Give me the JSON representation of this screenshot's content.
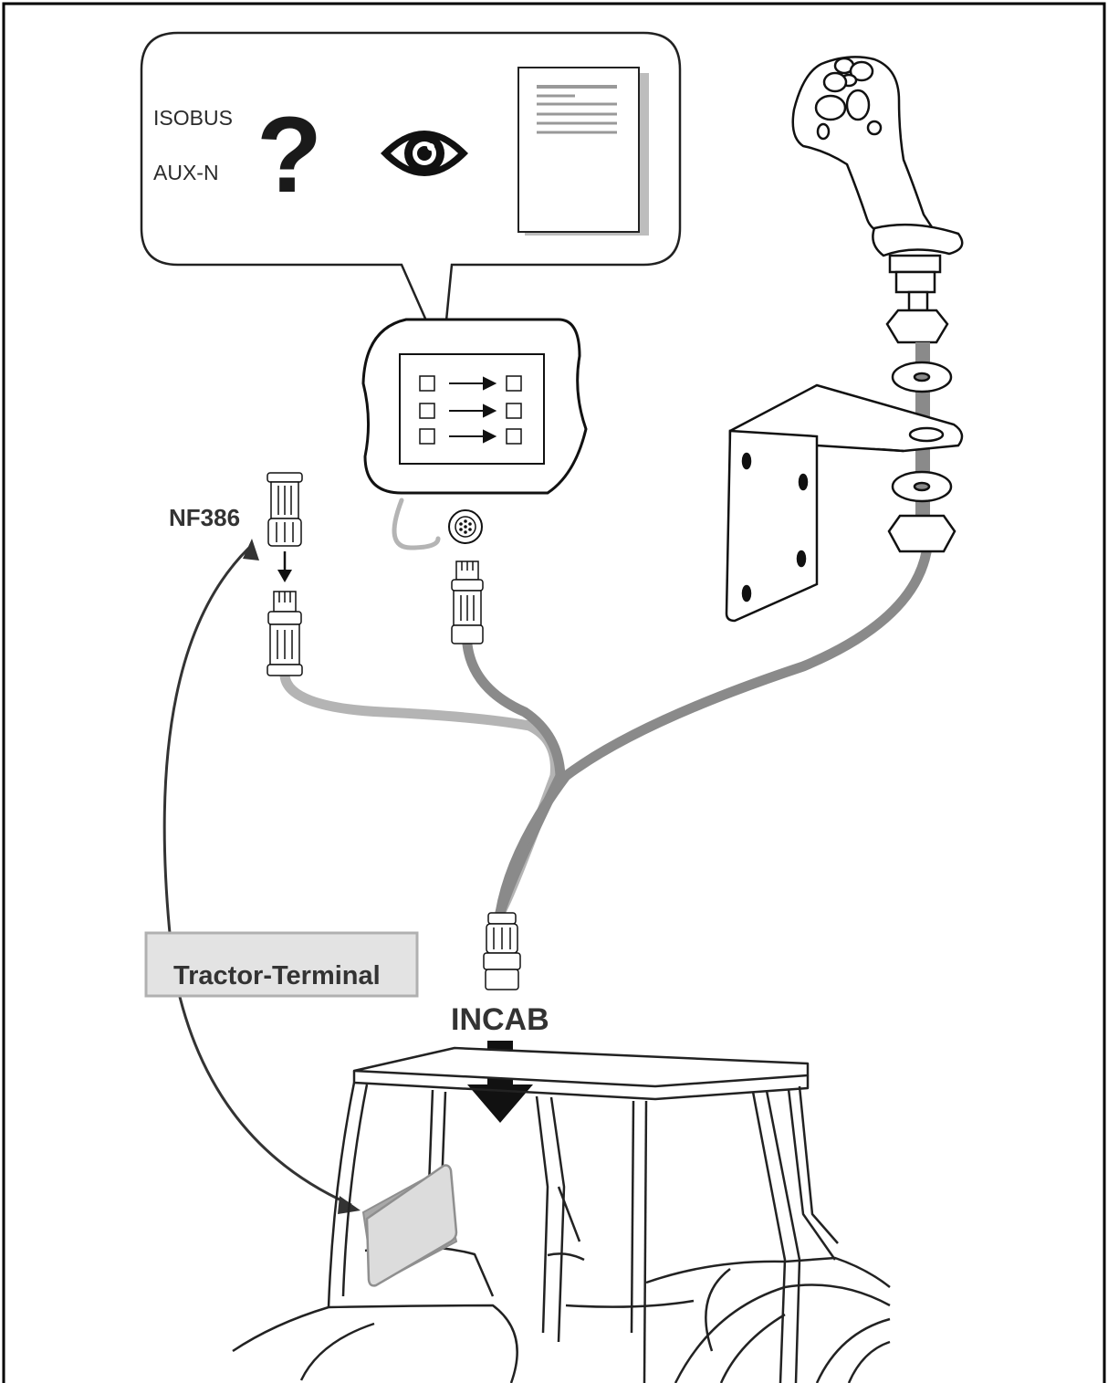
{
  "bubble": {
    "text_line_1": "ISOBUS",
    "text_line_2": "AUX-N",
    "question_mark": "?",
    "eye_icon": "eye-icon",
    "document_icon": "document-icon"
  },
  "labels": {
    "connector": "NF386",
    "terminal": "Tractor-Terminal",
    "incab": "INCAB"
  },
  "colors": {
    "frame": "#000000",
    "cable_light": "#b4b4b4",
    "cable_dark": "#8a8a8a",
    "terminal_fill": "#dcdcdc",
    "terminal_border": "#a8a8a8",
    "text": "#333333"
  }
}
